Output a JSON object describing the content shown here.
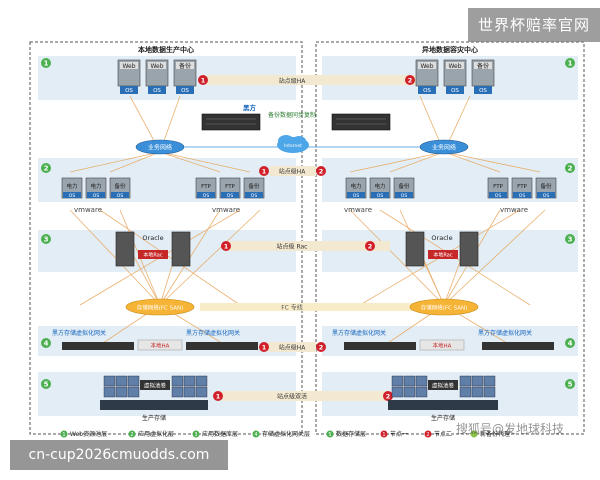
{
  "header": {
    "left_title": "本地数据生产中心",
    "right_title": "异地数据容灾中心"
  },
  "layers": {
    "web": {
      "server_labels": [
        "Web",
        "Web",
        "备份"
      ],
      "os_label": "OS"
    },
    "app": {
      "power_labels": [
        "电力",
        "电力",
        "备份"
      ],
      "ftp_labels": [
        "FTP",
        "FTP",
        "备份"
      ],
      "os_label": "OS",
      "vendor": "vmware"
    },
    "db": {
      "label": "Oracle",
      "rac_label": "本地Rac"
    },
    "virt": {
      "label": "黑方存储虚拟化网关",
      "ha_label": "本地HA"
    },
    "storage": {
      "pool_label": "虚拟池卷",
      "prod_label": "生产存储"
    },
    "backup_device": {
      "label": "黑方",
      "sync_label": "备份数据同步复制"
    }
  },
  "network": {
    "business_switch": "业务网络",
    "cloud": "Internet"
  },
  "san": {
    "left": "存储网络(FC SAN)",
    "right": "存储网络(FC SAN)"
  },
  "links": {
    "web_ha": "站点级HA",
    "app_ha": "站点级HA",
    "db_rac": "站点级 Rac",
    "fc_link": "FC 专线",
    "virt_ha": "站点级HA",
    "storage_sync": "站点级双活"
  },
  "markers": {
    "one": "1",
    "two": "2",
    "ha": "HA"
  },
  "layer_nums": [
    "1",
    "2",
    "3",
    "4",
    "5"
  ],
  "legend": [
    {
      "num": "1",
      "label": "Web资源池层"
    },
    {
      "num": "2",
      "label": "应用虚拟化层"
    },
    {
      "num": "3",
      "label": "应用数据库层"
    },
    {
      "num": "4",
      "label": "存储虚拟化网关层"
    },
    {
      "num": "5",
      "label": "数据存储层"
    },
    {
      "num": "1",
      "label": "节点一"
    },
    {
      "num": "2",
      "label": "节点二"
    },
    {
      "num": "",
      "label": "新备份代理"
    }
  ],
  "overlays": {
    "top_right": "世界杯赔率官网",
    "bottom_left": "cn-cup2026cmuodds.com",
    "watermark": "搜狐号@发地球科技"
  },
  "colors": {
    "green": "#4caf50",
    "red": "#d0202a",
    "panel": "#e2edf5",
    "switch": "#3a8fd8",
    "san": "#f6b437",
    "link_bar": "#f3e8d0",
    "line": "#e9a860"
  }
}
